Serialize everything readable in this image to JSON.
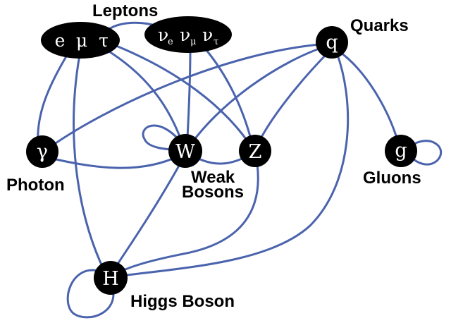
{
  "labels": {
    "leptons": "Leptons",
    "quarks": "Quarks",
    "photon": "Photon",
    "weak_line1": "Weak",
    "weak_line2": "Bosons",
    "gluons": "Gluons",
    "higgs": "Higgs Boson"
  },
  "nodes": {
    "charged_leptons": {
      "e": "e",
      "mu": "μ",
      "tau": "τ"
    },
    "neutrinos": {
      "base": "ν",
      "sub_e": "e",
      "sub_mu": "μ",
      "sub_tau": "τ"
    },
    "quark": "q",
    "photon": "γ",
    "w": "W",
    "z": "Z",
    "gluon": "g",
    "higgs": "H"
  },
  "colors": {
    "edge": "#4a63ad",
    "node": "#000000",
    "node_text": "#ffffff",
    "label": "#000000"
  }
}
